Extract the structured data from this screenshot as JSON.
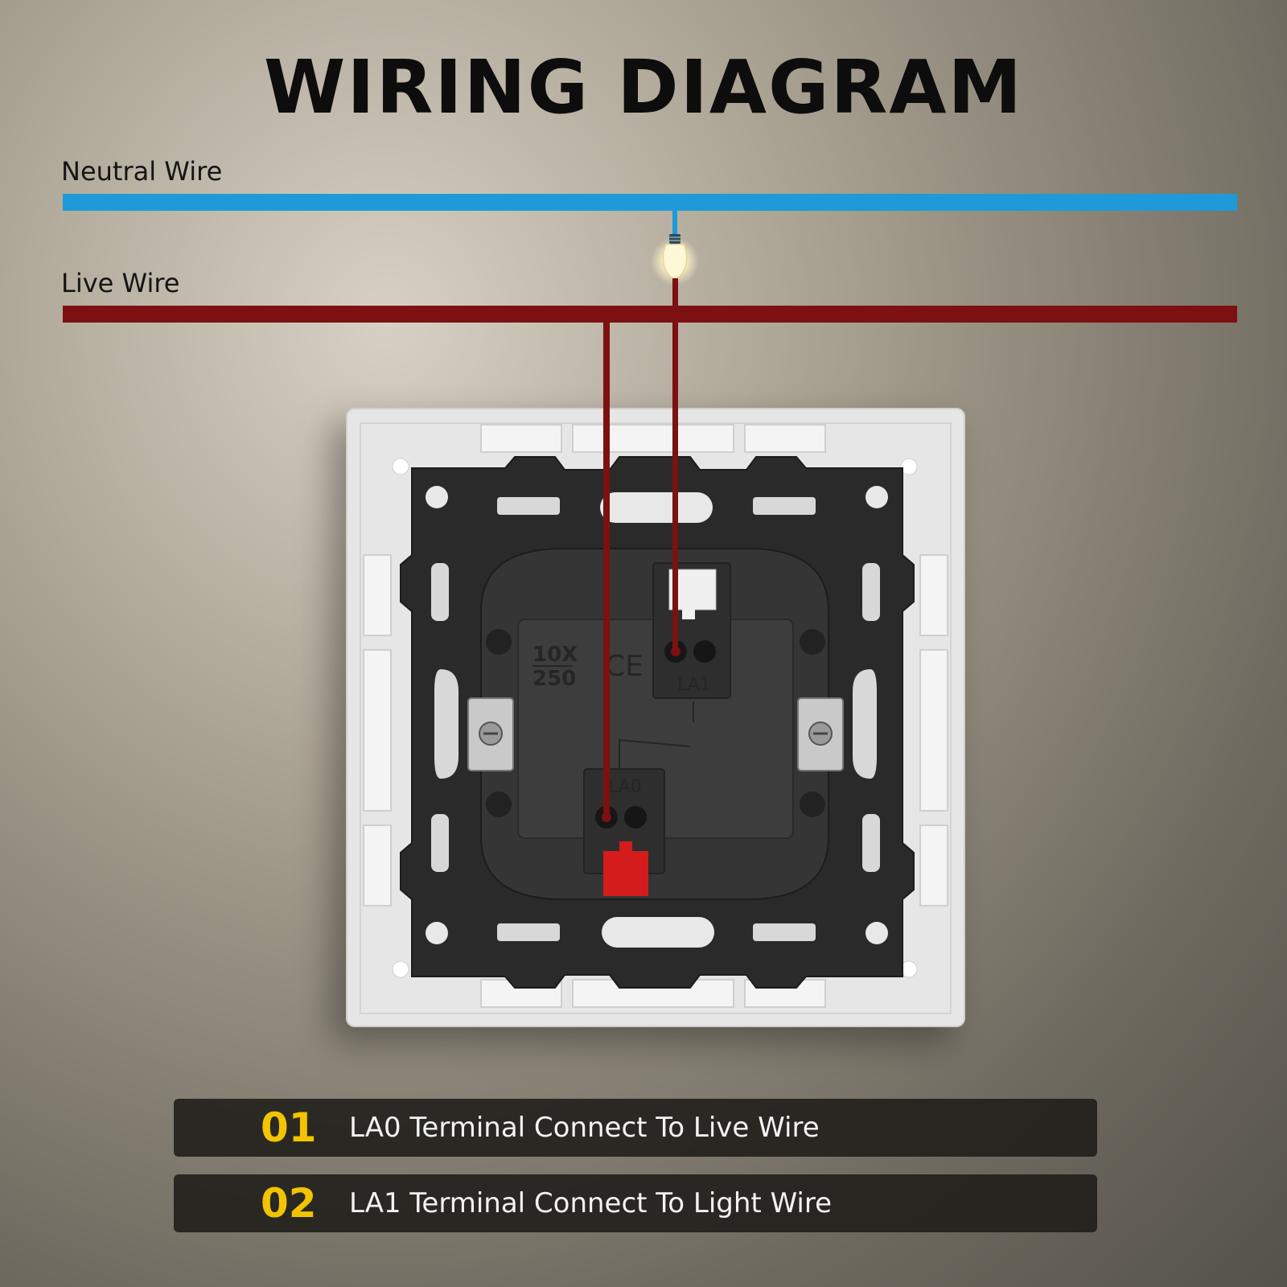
{
  "title": "WIRING DIAGRAM",
  "wires": {
    "neutral": {
      "label": "Neutral Wire",
      "color": "#1e9ad8"
    },
    "live": {
      "label": "Live Wire",
      "color": "#7d1010"
    }
  },
  "switch": {
    "rating_current": "10X",
    "rating_voltage": "250",
    "ce_mark": "CE",
    "terminal_la1": "LA1",
    "terminal_la0": "LA0"
  },
  "steps": [
    {
      "number": "01",
      "text": "LA0 Terminal Connect To Live Wire"
    },
    {
      "number": "02",
      "text": "LA1 Terminal Connect To Light Wire"
    }
  ],
  "colors": {
    "step_number": "#f2c400",
    "terminal_release": "#d41c1c"
  }
}
